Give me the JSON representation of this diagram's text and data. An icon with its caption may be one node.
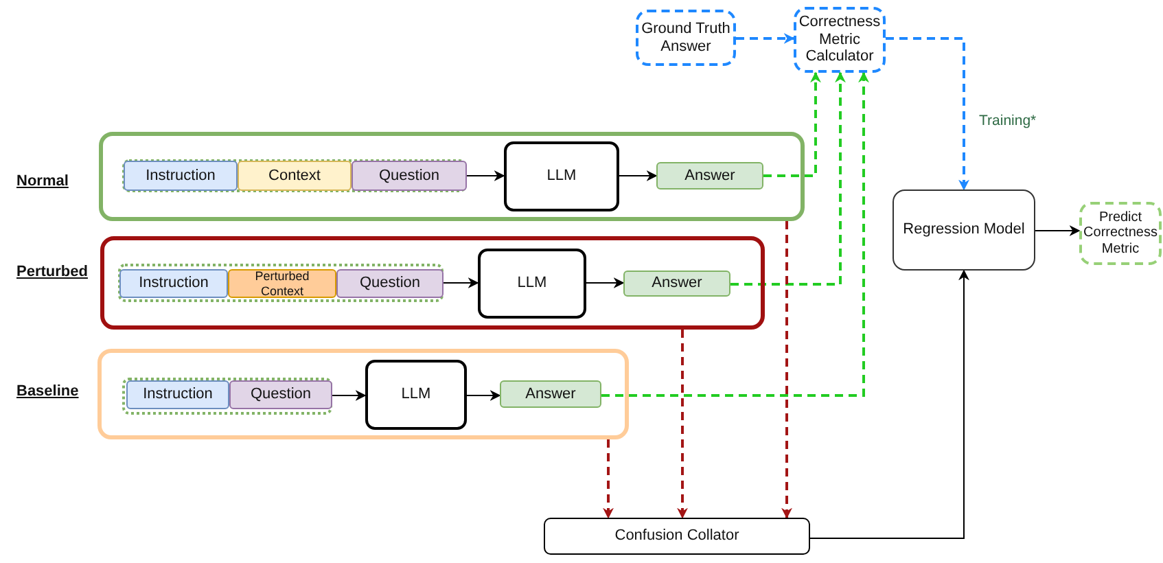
{
  "diagram": {
    "nodes": [
      {
        "text": [],
        "shape": "box"
      },
      {
        "text": [],
        "shape": "box",
        "in": 0
      },
      {
        "text": [
          "Instruction"
        ],
        "in": 1
      },
      {
        "text": [
          "Context"
        ],
        "in": 1
      },
      {
        "text": [
          "Question"
        ],
        "in": 1
      },
      {
        "text": [
          "LLM"
        ],
        "in": 0
      },
      {
        "text": [
          "Answer"
        ],
        "in": 0
      },
      {
        "text": [],
        "shape": "box"
      },
      {
        "text": [],
        "shape": "box",
        "in": 7
      },
      {
        "text": [
          "Instruction"
        ],
        "in": 8
      },
      {
        "text": [
          "Perturbed Context"
        ],
        "in": 8
      },
      {
        "text": [
          "Question"
        ],
        "in": 8
      },
      {
        "text": [
          "LLM"
        ],
        "in": 7
      },
      {
        "text": [
          "Answer"
        ],
        "in": 7
      },
      {
        "text": [],
        "shape": "box"
      },
      {
        "text": [],
        "shape": "box",
        "in": 14
      },
      {
        "text": [
          "Instruction"
        ],
        "in": 15
      },
      {
        "text": [
          "Question"
        ],
        "in": 15
      },
      {
        "text": [
          "LLM"
        ],
        "in": 14
      },
      {
        "text": [
          "Answer"
        ],
        "in": 14
      },
      {
        "text": [
          "Ground Truth Answer"
        ]
      },
      {
        "text": [
          "Correctness Metric Calculator"
        ]
      },
      {
        "text": [
          "Regression Model"
        ]
      },
      {
        "text": [
          "Predict Correctness Metric"
        ]
      },
      {
        "text": [
          "Confusion Collator"
        ]
      }
    ],
    "edges": [
      {
        "from": 1,
        "to": 5,
        "arrow": "to"
      },
      {
        "from": 5,
        "to": 6,
        "arrow": "to"
      },
      {
        "from": 6,
        "to": 21,
        "arrow": "to",
        "style": "dashed",
        "color": "#22cc22"
      },
      {
        "from": 8,
        "to": 12,
        "arrow": "to"
      },
      {
        "from": 12,
        "to": 13,
        "arrow": "to"
      },
      {
        "from": 13,
        "to": 21,
        "arrow": "to",
        "style": "dashed",
        "color": "#22cc22"
      },
      {
        "from": 15,
        "to": 18,
        "arrow": "to"
      },
      {
        "from": 18,
        "to": 19,
        "arrow": "to"
      },
      {
        "from": 19,
        "to": 21,
        "arrow": "to",
        "style": "dashed",
        "color": "#22cc22"
      },
      {
        "from": 20,
        "to": 21,
        "arrow": "to",
        "style": "dashed",
        "color": "#1e88ff"
      },
      {
        "from": 21,
        "to": 22,
        "arrow": "to",
        "label": "Training*",
        "style": "dashed",
        "color": "#1e88ff"
      },
      {
        "from": 22,
        "to": 23,
        "arrow": "to"
      },
      {
        "from": 0,
        "to": 24,
        "arrow": "to",
        "style": "dashed",
        "color": "#a31515"
      },
      {
        "from": 7,
        "to": 24,
        "arrow": "to",
        "style": "dashed",
        "color": "#a31515"
      },
      {
        "from": 14,
        "to": 24,
        "arrow": "to",
        "style": "dashed",
        "color": "#a31515"
      },
      {
        "from": 24,
        "to": 22,
        "arrow": "to"
      }
    ],
    "labels": [
      "Normal",
      "Perturbed",
      "Baseline"
    ]
  }
}
